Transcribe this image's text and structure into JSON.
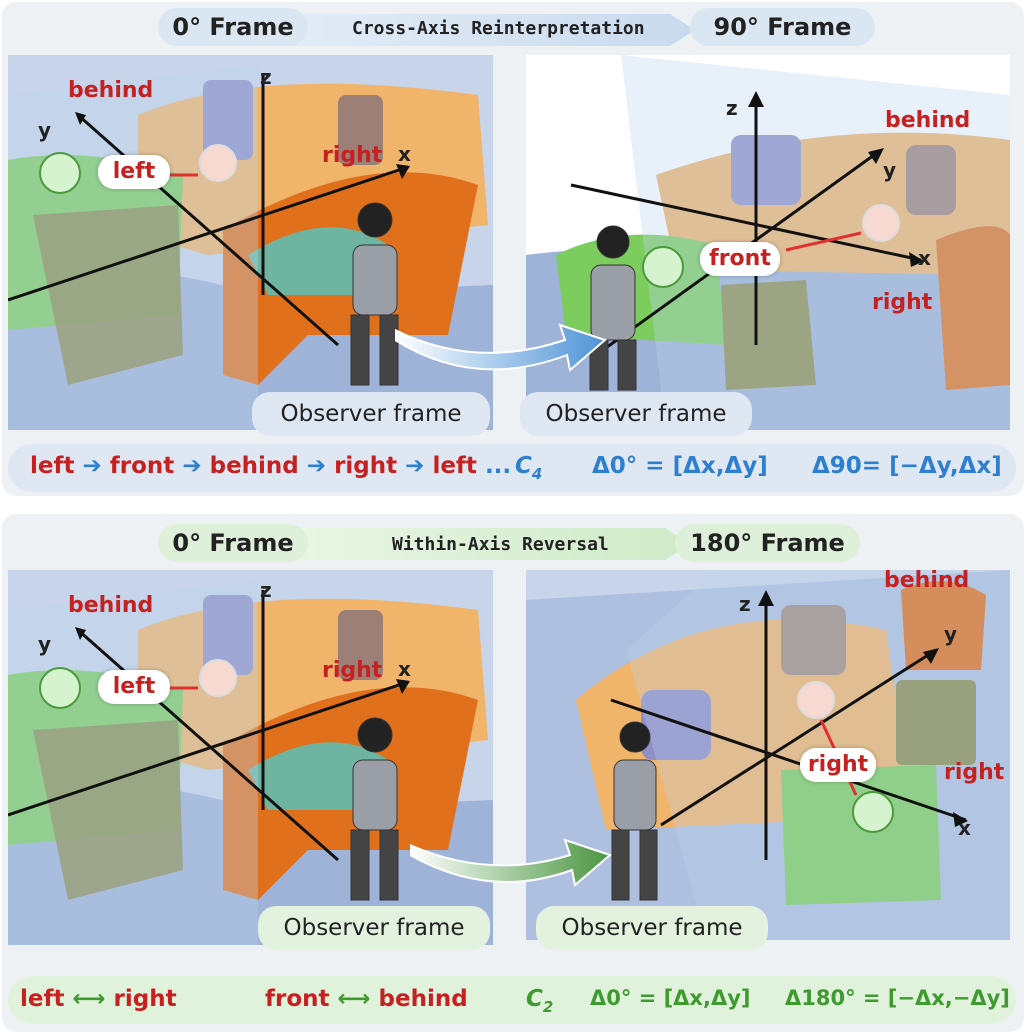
{
  "top": {
    "frame_left": "0° Frame",
    "band_label": "Cross-Axis Reinterpretation",
    "frame_right": "90° Frame",
    "scene_left": {
      "behind": "behind",
      "y": "y",
      "left": "left",
      "right": "right",
      "z": "z",
      "x": "x",
      "observer": "Observer frame"
    },
    "scene_right": {
      "z": "z",
      "behind": "behind",
      "y": "y",
      "front": "front",
      "x": "x",
      "right": "right",
      "observer": "Observer frame"
    },
    "formula": {
      "seq": [
        "left",
        "front",
        "behind",
        "right",
        "left"
      ],
      "ellipsis": "...",
      "group": "C",
      "group_sub": "4",
      "eq1": "Δ0° = [Δx,Δy]",
      "eq2": "Δ90= [−Δy,Δx]"
    }
  },
  "bottom": {
    "frame_left": "0° Frame",
    "band_label": "Within-Axis Reversal",
    "frame_right": "180° Frame",
    "scene_left": {
      "behind": "behind",
      "y": "y",
      "left": "left",
      "right": "right",
      "z": "z",
      "x": "x",
      "observer": "Observer frame"
    },
    "scene_right": {
      "behind": "behind",
      "z": "z",
      "y": "y",
      "right_pill": "right",
      "right": "right",
      "x": "x",
      "observer": "Observer frame"
    },
    "formula": {
      "pair1_a": "left",
      "pair1_b": "right",
      "pair2_a": "front",
      "pair2_b": "behind",
      "group": "C",
      "group_sub": "2",
      "eq1": "Δ0° = [Δx,Δy]",
      "eq2": "Δ180° = [−Δx,−Δy]"
    }
  },
  "colors": {
    "red": "#c62020",
    "blue": "#2f7fd0",
    "green": "#3f9a2f"
  }
}
